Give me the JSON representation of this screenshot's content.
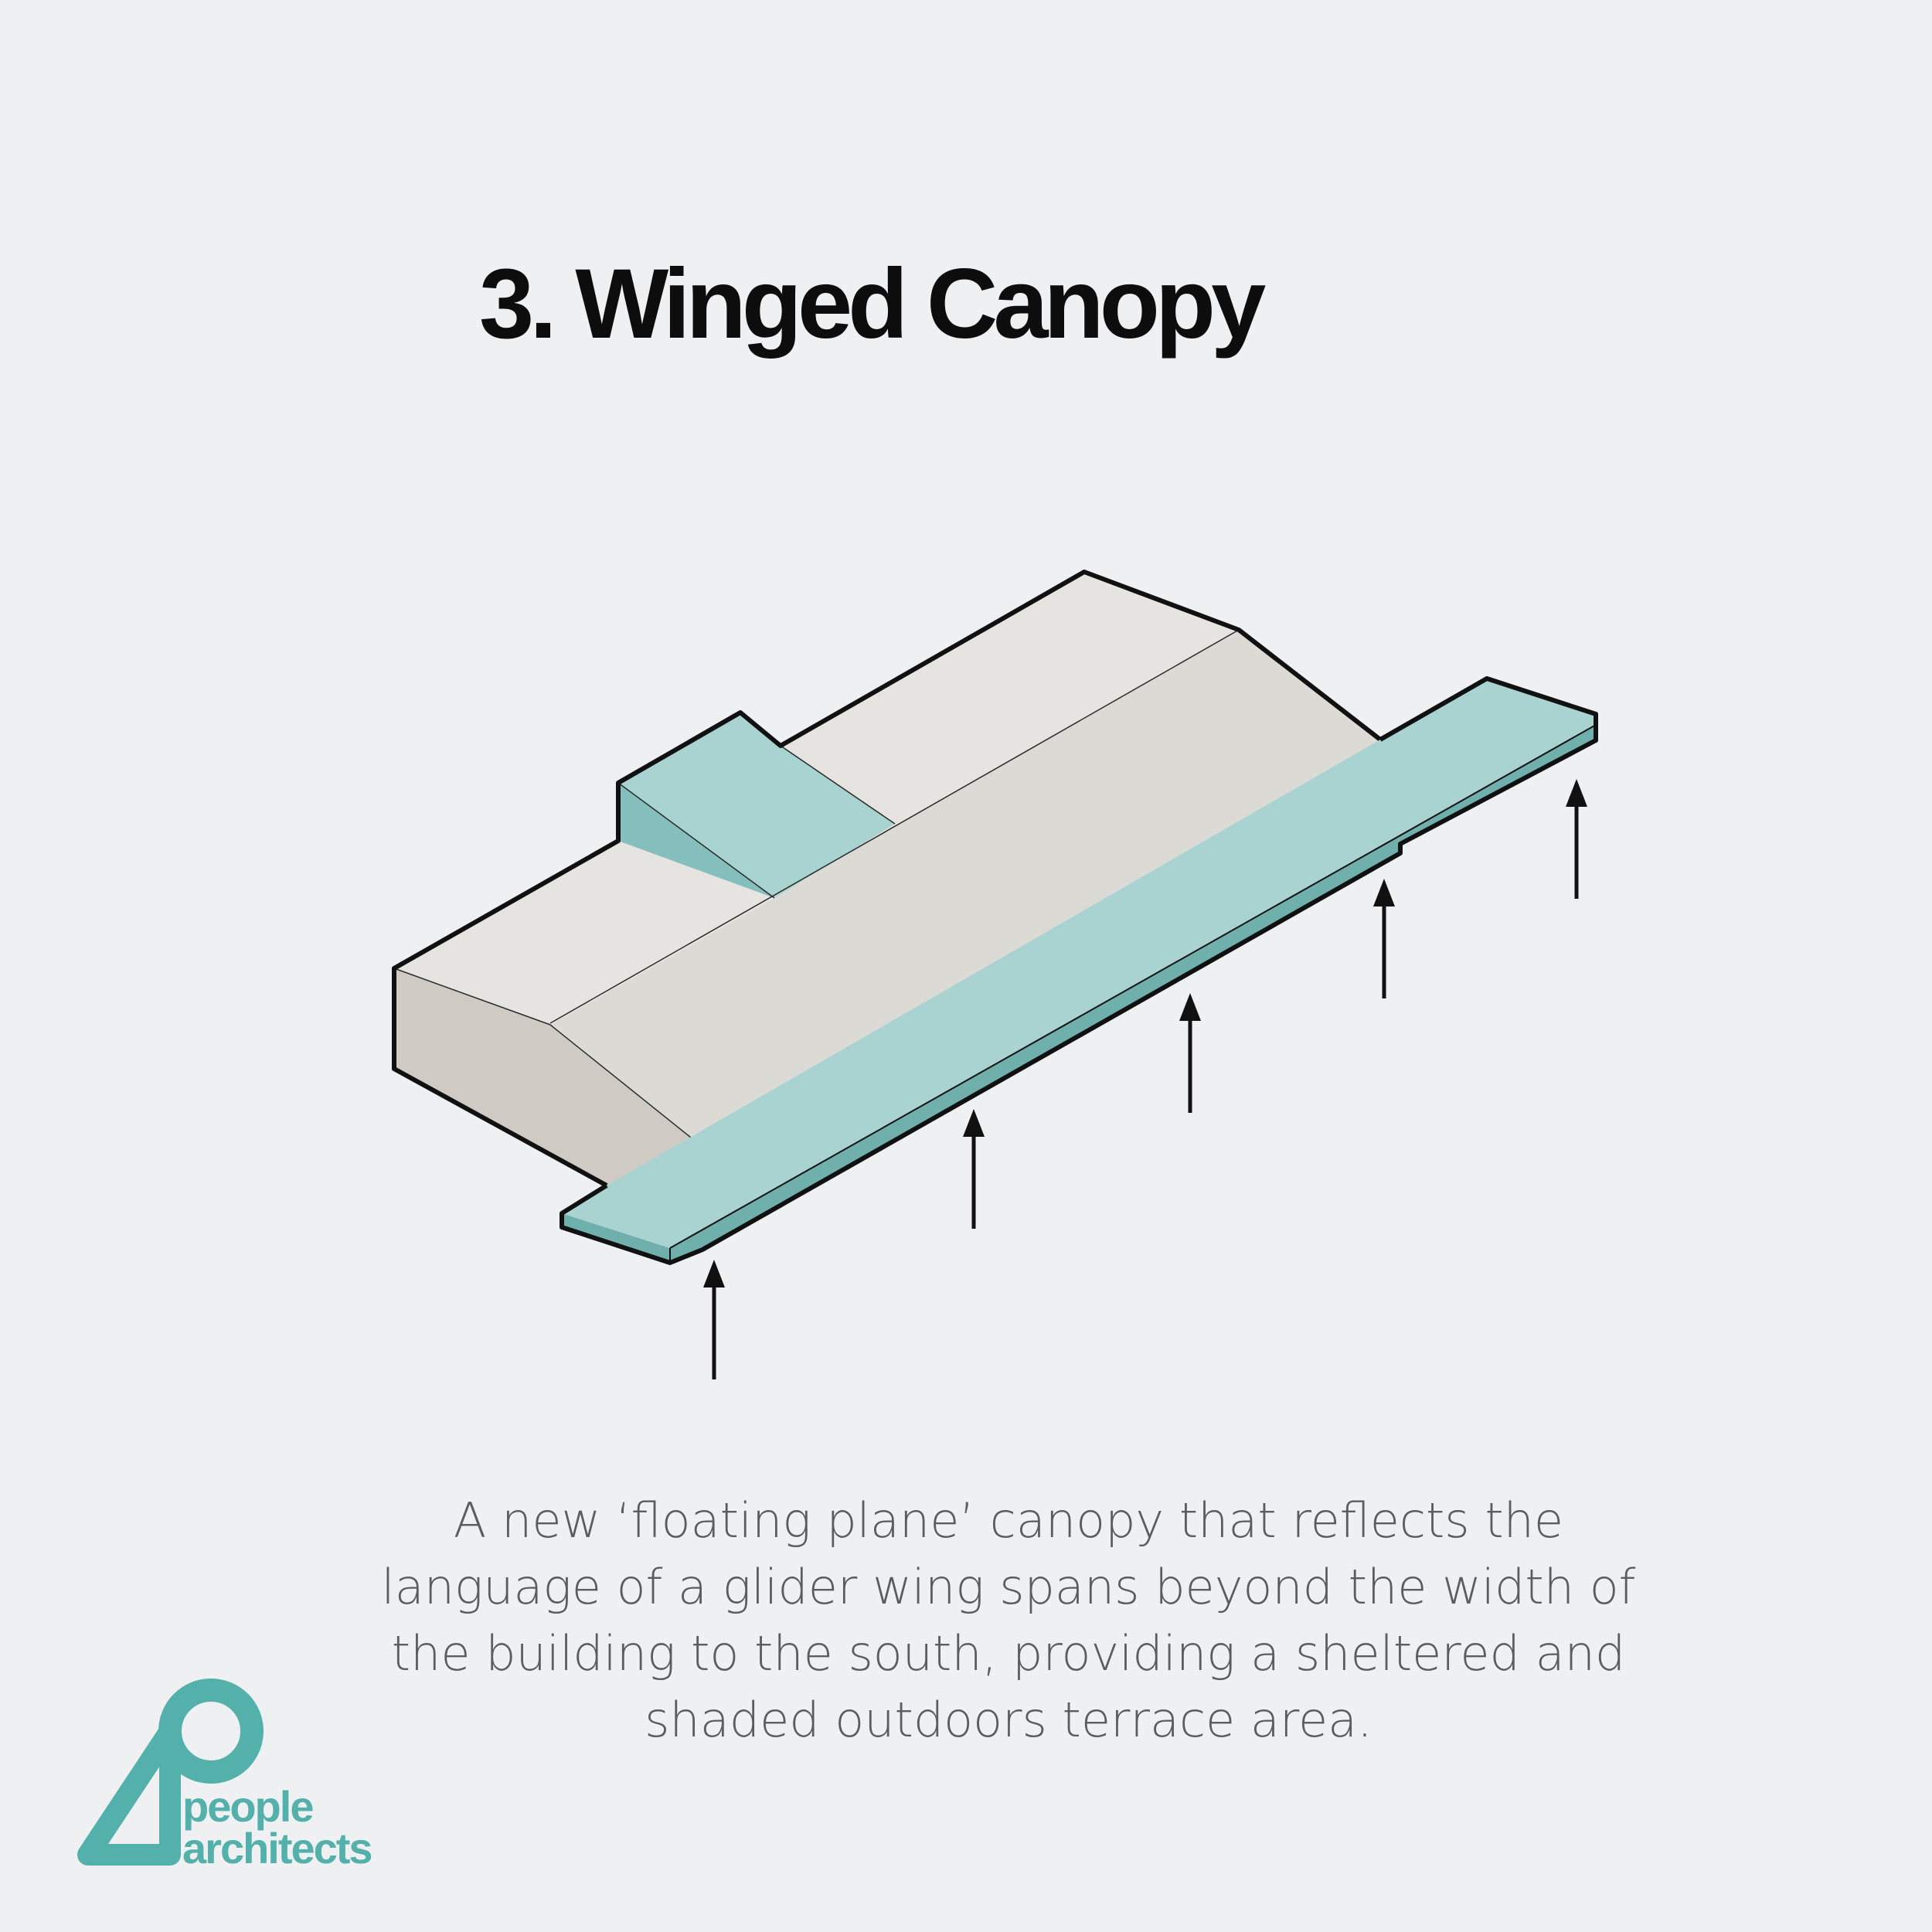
{
  "title": "3. Winged Canopy",
  "description": "A new ‘floating plane’ canopy that reflects the language of a glider wing spans beyond the width of the building to the south, providing a sheltered and shaded outdoors terrace area.",
  "logo": {
    "line1": "people",
    "line2": "architects"
  },
  "colors": {
    "background": "#eff0f2",
    "canopy": "#a8d3d1",
    "canopy_edge": "#6fb0ad",
    "roof_light": "#e6e4e0",
    "roof_mid": "#dcdad5",
    "wall": "#cfcbc4",
    "logo": "#53b0aa",
    "outline": "#111111"
  },
  "icons": {
    "arrows": "upward-arrow",
    "logo_mark": "people-architects-logo-mark"
  }
}
